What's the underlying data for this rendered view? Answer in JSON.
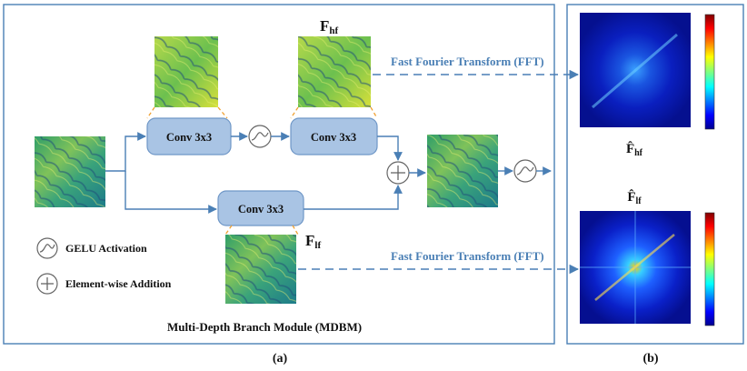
{
  "colors": {
    "panel_border": "#4a7fb5",
    "arrow": "#4a7fb5",
    "conv_fill": "#a9c4e4",
    "conv_stroke": "#6f97c7",
    "zoom_lines": "#f0a030",
    "fft_text": "#4a7fb5",
    "text": "#111111"
  },
  "panel_a": {
    "caption": "(a)",
    "module_title": "Multi-Depth Branch Module (MDBM)",
    "conv_top_left": "Conv 3x3",
    "conv_top_right": "Conv 3x3",
    "conv_bottom": "Conv 3x3",
    "label_hf": "F",
    "label_hf_sub": "hf",
    "label_lf": "F",
    "label_lf_sub": "lf",
    "fft_top": "Fast Fourier Transform (FFT)",
    "fft_bottom": "Fast Fourier Transform (FFT)",
    "legend_gelu": "GELU Activation",
    "legend_add": "Element-wise Addition"
  },
  "panel_b": {
    "caption": "(b)",
    "label_hf": "F̂",
    "label_hf_sub": "hf",
    "label_lf": "F̂",
    "label_lf_sub": "lf"
  },
  "icons": [
    "gelu-icon",
    "plus-circle-icon",
    "feature-map-image",
    "spectrum-image"
  ]
}
